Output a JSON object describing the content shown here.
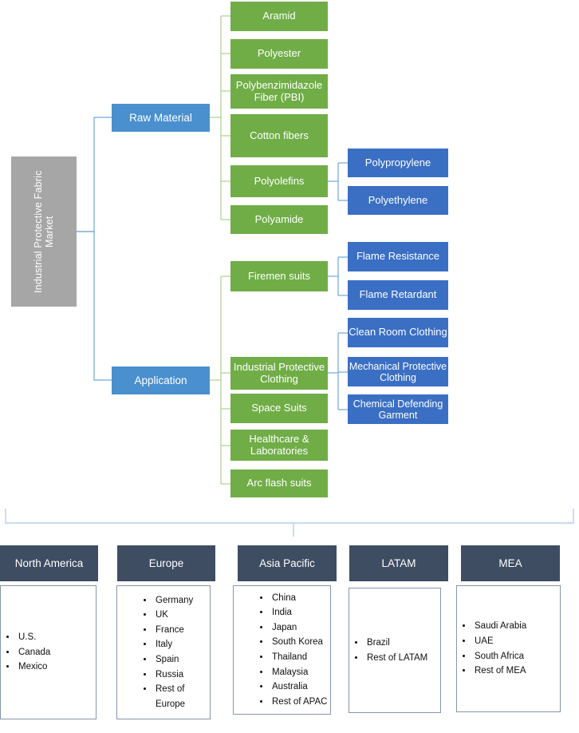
{
  "diagram": {
    "root": {
      "label": "Industrial Protective Fabric Market"
    },
    "categories": [
      {
        "label": "Raw Material"
      },
      {
        "label": "Application"
      }
    ],
    "raw_material_children": [
      {
        "label": "Aramid"
      },
      {
        "label": "Polyester"
      },
      {
        "label": "Polybenzimidazole Fiber (PBI)"
      },
      {
        "label": "Cotton fibers"
      },
      {
        "label": "Polyolefins"
      },
      {
        "label": "Polyamide"
      }
    ],
    "polyolefins_children": [
      {
        "label": "Polypropylene"
      },
      {
        "label": "Polyethylene"
      }
    ],
    "application_children": [
      {
        "label": "Firemen suits"
      },
      {
        "label": "Industrial Protective Clothing"
      },
      {
        "label": "Space Suits"
      },
      {
        "label": "Healthcare & Laboratories"
      },
      {
        "label": "Arc flash suits"
      }
    ],
    "firemen_children": [
      {
        "label": "Flame Resistance"
      },
      {
        "label": "Flame Retardant"
      }
    ],
    "ipc_children": [
      {
        "label": "Clean Room Clothing"
      },
      {
        "label": "Mechanical Protective Clothing"
      },
      {
        "label": "Chemical Defending Garment"
      }
    ],
    "regions": [
      {
        "name": "North America",
        "items": [
          "U.S.",
          "Canada",
          "Mexico"
        ]
      },
      {
        "name": "Europe",
        "items": [
          "Germany",
          "UK",
          "France",
          "Italy",
          "Spain",
          "Russia",
          "Rest of Europe"
        ]
      },
      {
        "name": "Asia Pacific",
        "items": [
          "China",
          "India",
          "Japan",
          "South Korea",
          "Thailand",
          "Malaysia",
          "Australia",
          "Rest of APAC"
        ]
      },
      {
        "name": "LATAM",
        "items": [
          "Brazil",
          "Rest of LATAM"
        ]
      },
      {
        "name": "MEA",
        "items": [
          "Saudi Arabia",
          "UAE",
          "South Africa",
          "Rest of MEA"
        ]
      }
    ]
  },
  "colors": {
    "root_gray": "#a6a6a6",
    "category_blue": "#4a90ce",
    "leaf_green": "#70ad47",
    "leaf_blue": "#3a6fc4",
    "region_header": "#3e4d61",
    "connector_blue": "#9dc3e6",
    "connector_green": "#a9d18e"
  }
}
